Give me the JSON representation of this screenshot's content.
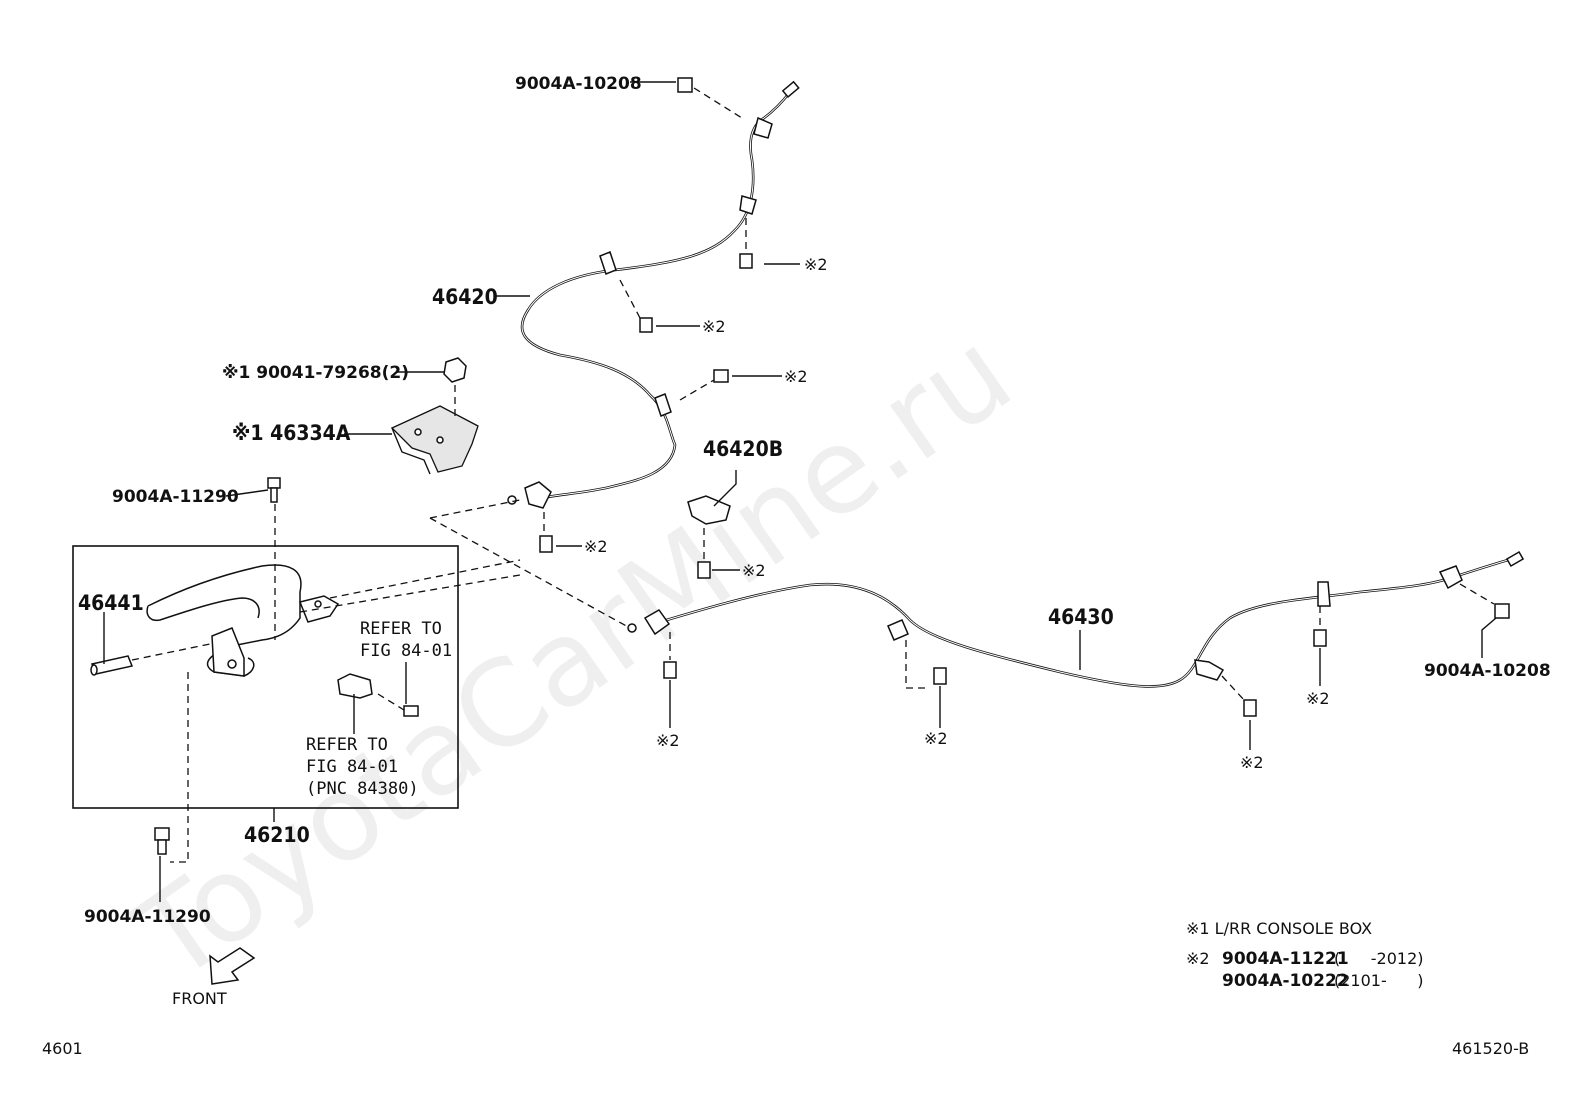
{
  "watermark": "ToyotaCarMine.ru",
  "page_code_left": "4601",
  "page_code_right": "461520-B",
  "front_label": "FRONT",
  "callouts": {
    "bolt_top": "9004A-10208",
    "bolt_right": "9004A-10208",
    "nut": "※1 90041-79268(2)",
    "bracket": "※1 46334A",
    "bolt_lever_top": "9004A-11290",
    "bolt_lever_bottom": "9004A-11290",
    "cable_front": "46420",
    "cable_clamp": "46420B",
    "cable_rear": "46430",
    "lever_assembly": "46210",
    "lever_grip": "46441",
    "refer1_line1": "REFER TO",
    "refer1_line2": "FIG 84-01",
    "refer2_line1": "REFER TO",
    "refer2_line2": "FIG 84-01",
    "refer2_line3": "(PNC 84380)"
  },
  "note_mark": "※2",
  "legend": {
    "note1": "※1 L/RR CONSOLE BOX",
    "note2_mark": "※2",
    "note2_part1": "9004A-11221",
    "note2_range1": "(      -2012)",
    "note2_part2": "9004A-10222",
    "note2_range2": "(2101-      )"
  }
}
